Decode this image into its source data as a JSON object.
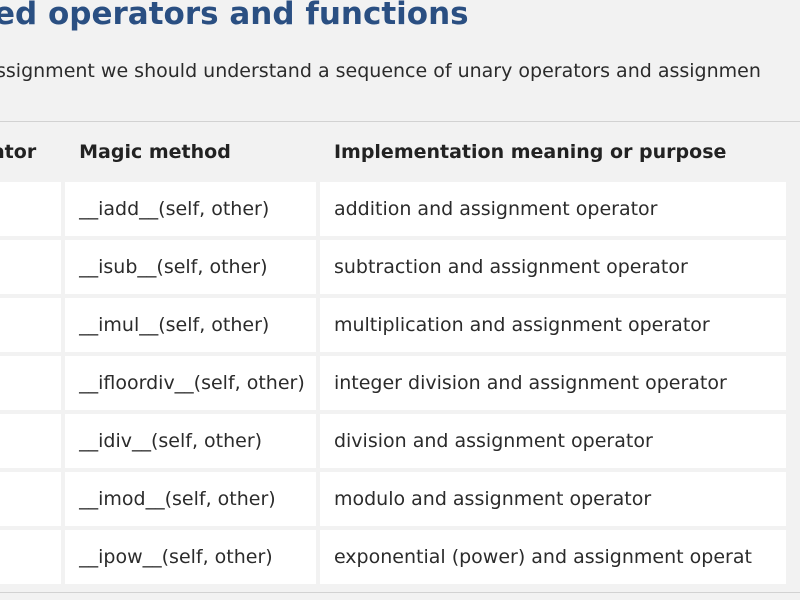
{
  "heading": "ed operators and functions",
  "intro": "ssignment we should understand a sequence of unary operators and assignmen",
  "table": {
    "headers": [
      "perator",
      "Magic method",
      "Implementation meaning or purpose"
    ],
    "rows": [
      {
        "operator": "",
        "method": "__iadd__(self, other)",
        "meaning": "addition and assignment operator"
      },
      {
        "operator": "",
        "method": "__isub__(self, other)",
        "meaning": "subtraction and assignment operator"
      },
      {
        "operator": "",
        "method": "__imul__(self, other)",
        "meaning": "multiplication and assignment operator"
      },
      {
        "operator": "",
        "method": "__ifloordiv__(self, other)",
        "meaning": "integer division and assignment operator"
      },
      {
        "operator": "",
        "method": "__idiv__(self, other)",
        "meaning": "division and assignment operator"
      },
      {
        "operator": "",
        "method": "__imod__(self, other)",
        "meaning": "modulo and assignment operator"
      },
      {
        "operator": "",
        "method": "__ipow__(self, other)",
        "meaning": "exponential (power) and assignment operat"
      }
    ]
  }
}
